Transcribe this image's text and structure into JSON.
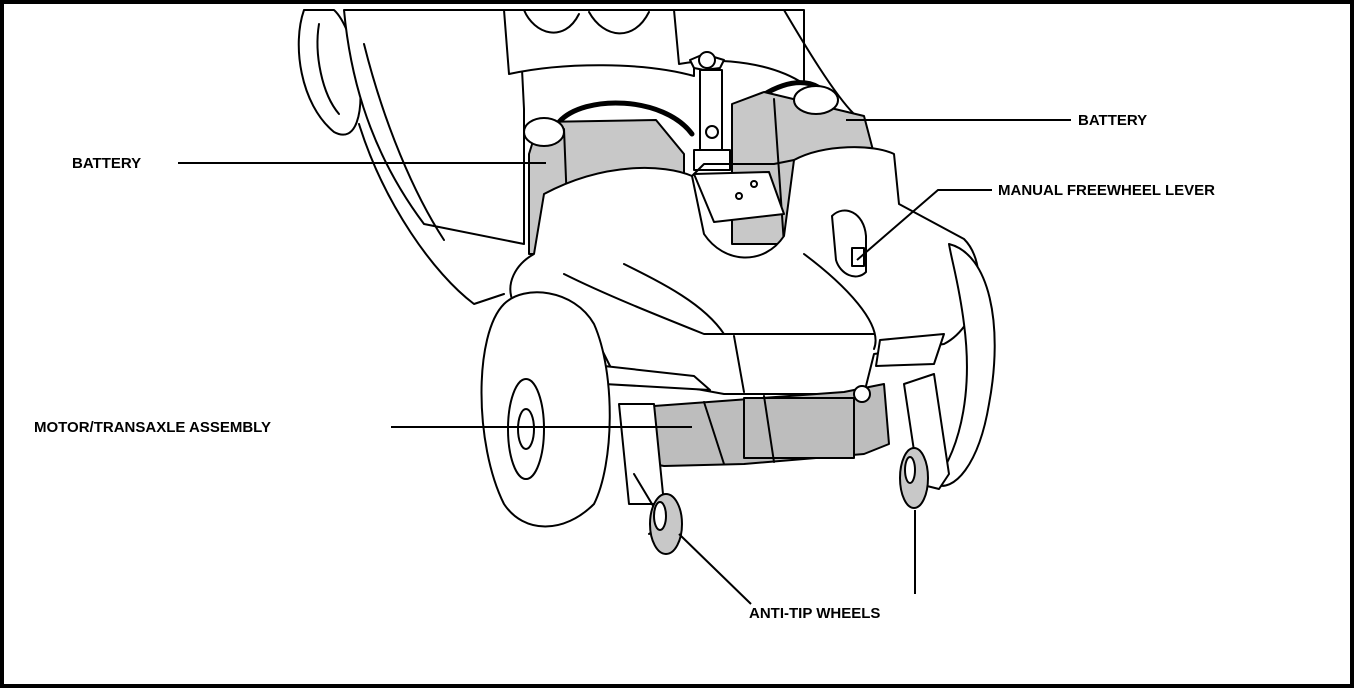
{
  "labels": {
    "battery_left": "BATTERY",
    "battery_right": "BATTERY",
    "freewheel_lever": "MANUAL FREEWHEEL LEVER",
    "motor_assembly": "MOTOR/TRANSAXLE ASSEMBLY",
    "anti_tip_wheels": "ANTI-TIP WHEELS"
  },
  "colors": {
    "outline": "#000000",
    "battery_fill": "#c8c8c8",
    "motor_fill": "#bdbdbd",
    "body_fill": "#ffffff"
  }
}
